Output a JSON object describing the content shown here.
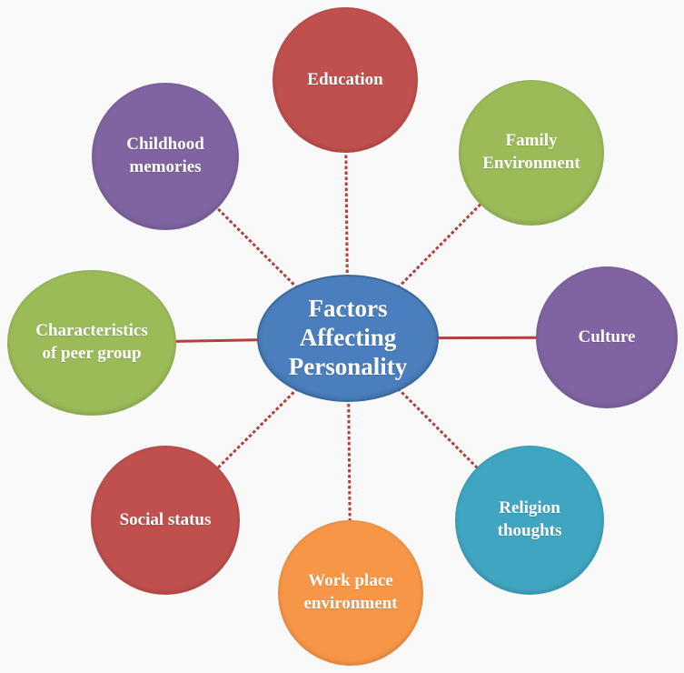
{
  "diagram": {
    "background_color": "#f8f9f8",
    "connector_color": "#b2413e",
    "center": {
      "label": "Factors\nAffecting\nPersonality",
      "color": "#4a7ebc",
      "border_color": "#3a699c",
      "text_color": "#ffffff"
    },
    "nodes": [
      {
        "id": "education",
        "label": "Education",
        "color": "#c0504d"
      },
      {
        "id": "family-environment",
        "label": "Family\nEnvironment",
        "color": "#9bbb59"
      },
      {
        "id": "culture",
        "label": "Culture",
        "color": "#8064a2"
      },
      {
        "id": "religion-thoughts",
        "label": "Religion\nthoughts",
        "color": "#3fa5c1"
      },
      {
        "id": "work-place-environment",
        "label": "Work place\nenvironment",
        "color": "#f79646"
      },
      {
        "id": "social-status",
        "label": "Social status",
        "color": "#c0504d"
      },
      {
        "id": "characteristics-of-peer-group",
        "label": "Characteristics\nof peer group",
        "color": "#9bbb59"
      },
      {
        "id": "childhood-memories",
        "label": "Childhood\nmemories",
        "color": "#8064a2"
      }
    ]
  }
}
